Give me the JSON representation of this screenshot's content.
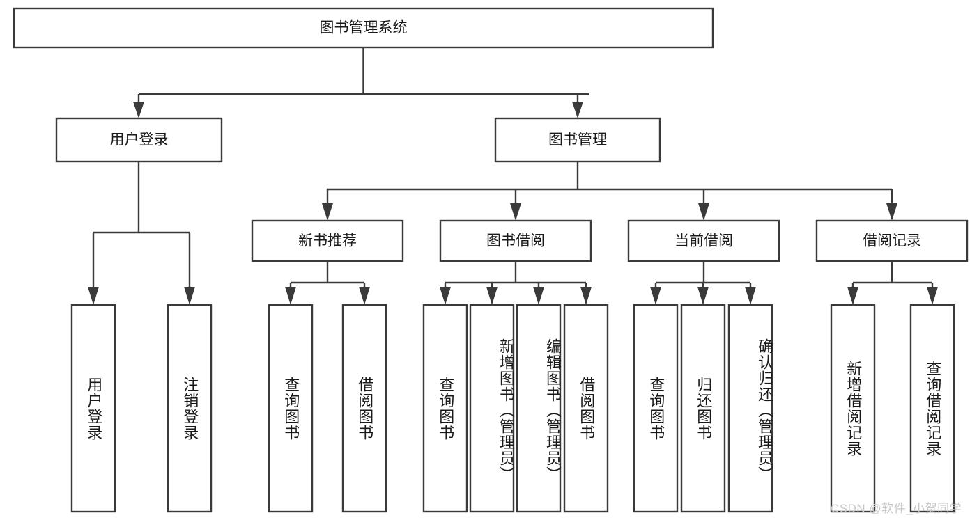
{
  "diagram": {
    "type": "tree-hierarchy-chart",
    "title_node": {
      "label": "图书管理系统"
    },
    "level2": [
      {
        "label": "用户登录"
      },
      {
        "label": "图书管理"
      }
    ],
    "level3": [
      {
        "label": "新书推荐"
      },
      {
        "label": "图书借阅"
      },
      {
        "label": "当前借阅"
      },
      {
        "label": "借阅记录"
      }
    ],
    "leaves": {
      "user_login": [
        {
          "label": "用户登录"
        },
        {
          "label": "注销登录"
        }
      ],
      "new_book_recommend": [
        {
          "label": "查询图书"
        },
        {
          "label": "借阅图书"
        }
      ],
      "book_borrow": [
        {
          "label": "查询图书"
        },
        {
          "label": "新增图书（管理员）"
        },
        {
          "label": "编辑图书（管理员）"
        },
        {
          "label": "借阅图书"
        }
      ],
      "current_borrow": [
        {
          "label": "查询图书"
        },
        {
          "label": "归还图书"
        },
        {
          "label": "确认归还（管理员）"
        }
      ],
      "borrow_record": [
        {
          "label": "新增借阅记录"
        },
        {
          "label": "查询借阅记录"
        }
      ]
    }
  },
  "watermark": {
    "text": "CSDN @软件_小贺同学"
  },
  "colors": {
    "stroke": "#3a3a3a",
    "background": "#ffffff",
    "text": "#1a1a1a",
    "watermark": "#c9c9c9"
  }
}
